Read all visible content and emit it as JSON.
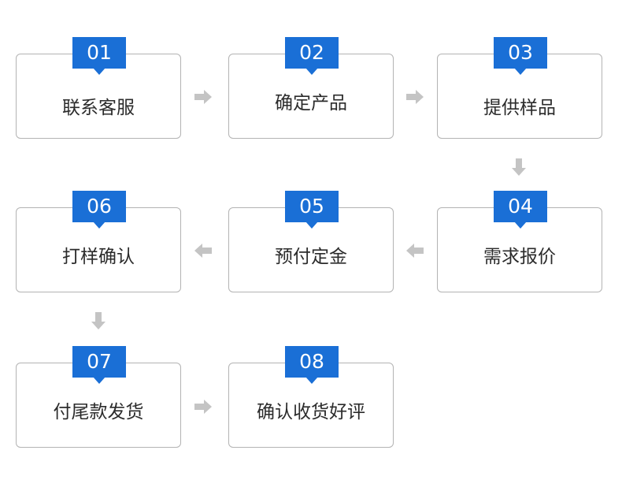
{
  "steps": [
    {
      "number": "01",
      "label": "联系客服"
    },
    {
      "number": "02",
      "label": "确定产品"
    },
    {
      "number": "03",
      "label": "提供样品"
    },
    {
      "number": "04",
      "label": "需求报价"
    },
    {
      "number": "05",
      "label": "预付定金"
    },
    {
      "number": "06",
      "label": "打样确认"
    },
    {
      "number": "07",
      "label": "付尾款发货"
    },
    {
      "number": "08",
      "label": "确认收货好评"
    }
  ],
  "colors": {
    "badge": "#1a6fd6",
    "border": "#b3b3b3",
    "arrow": "#c4c4c4",
    "text": "#2b2b2b"
  }
}
